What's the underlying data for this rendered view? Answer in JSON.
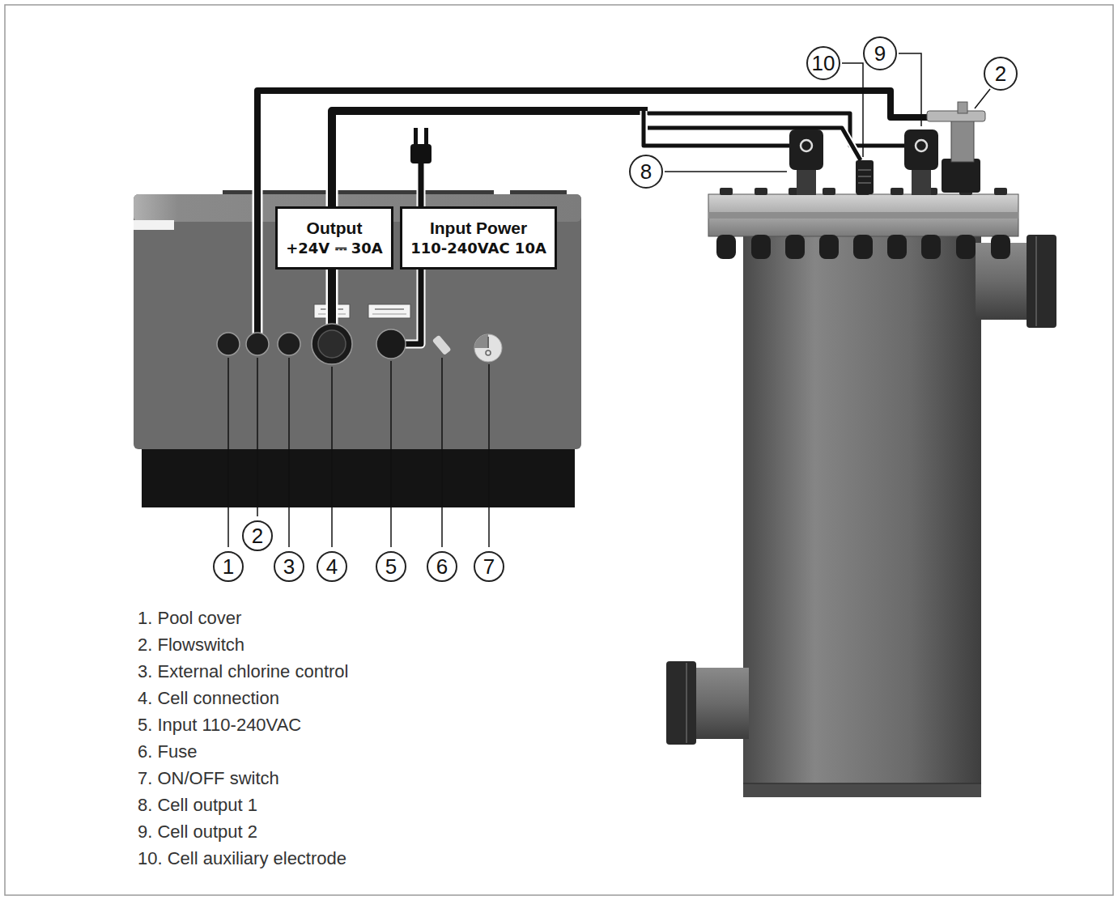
{
  "diagram": {
    "nodes": [
      {
        "text": [
          "Output",
          "+24V ⎓ 30A"
        ]
      },
      {
        "text": [
          "Input Power",
          "110-240VAC 10A"
        ]
      },
      {
        "text": [
          "1"
        ]
      },
      {
        "text": [
          "2"
        ]
      },
      {
        "text": [
          "3"
        ]
      },
      {
        "text": [
          "4"
        ]
      },
      {
        "text": [
          "5"
        ]
      },
      {
        "text": [
          "6"
        ]
      },
      {
        "text": [
          "7"
        ]
      },
      {
        "text": [
          "8"
        ]
      },
      {
        "text": [
          "9"
        ]
      },
      {
        "text": [
          "10"
        ]
      },
      {
        "text": [
          "2"
        ]
      }
    ],
    "labels": [
      "1. Pool cover",
      "2. Flowswitch",
      "3. External chlorine control",
      "4. Cell connection",
      "5. Input 110-240VAC",
      "6. Fuse",
      "7. ON/OFF switch",
      "8. Cell output 1",
      "9. Cell output 2",
      "10. Cell auxiliary electrode"
    ]
  }
}
